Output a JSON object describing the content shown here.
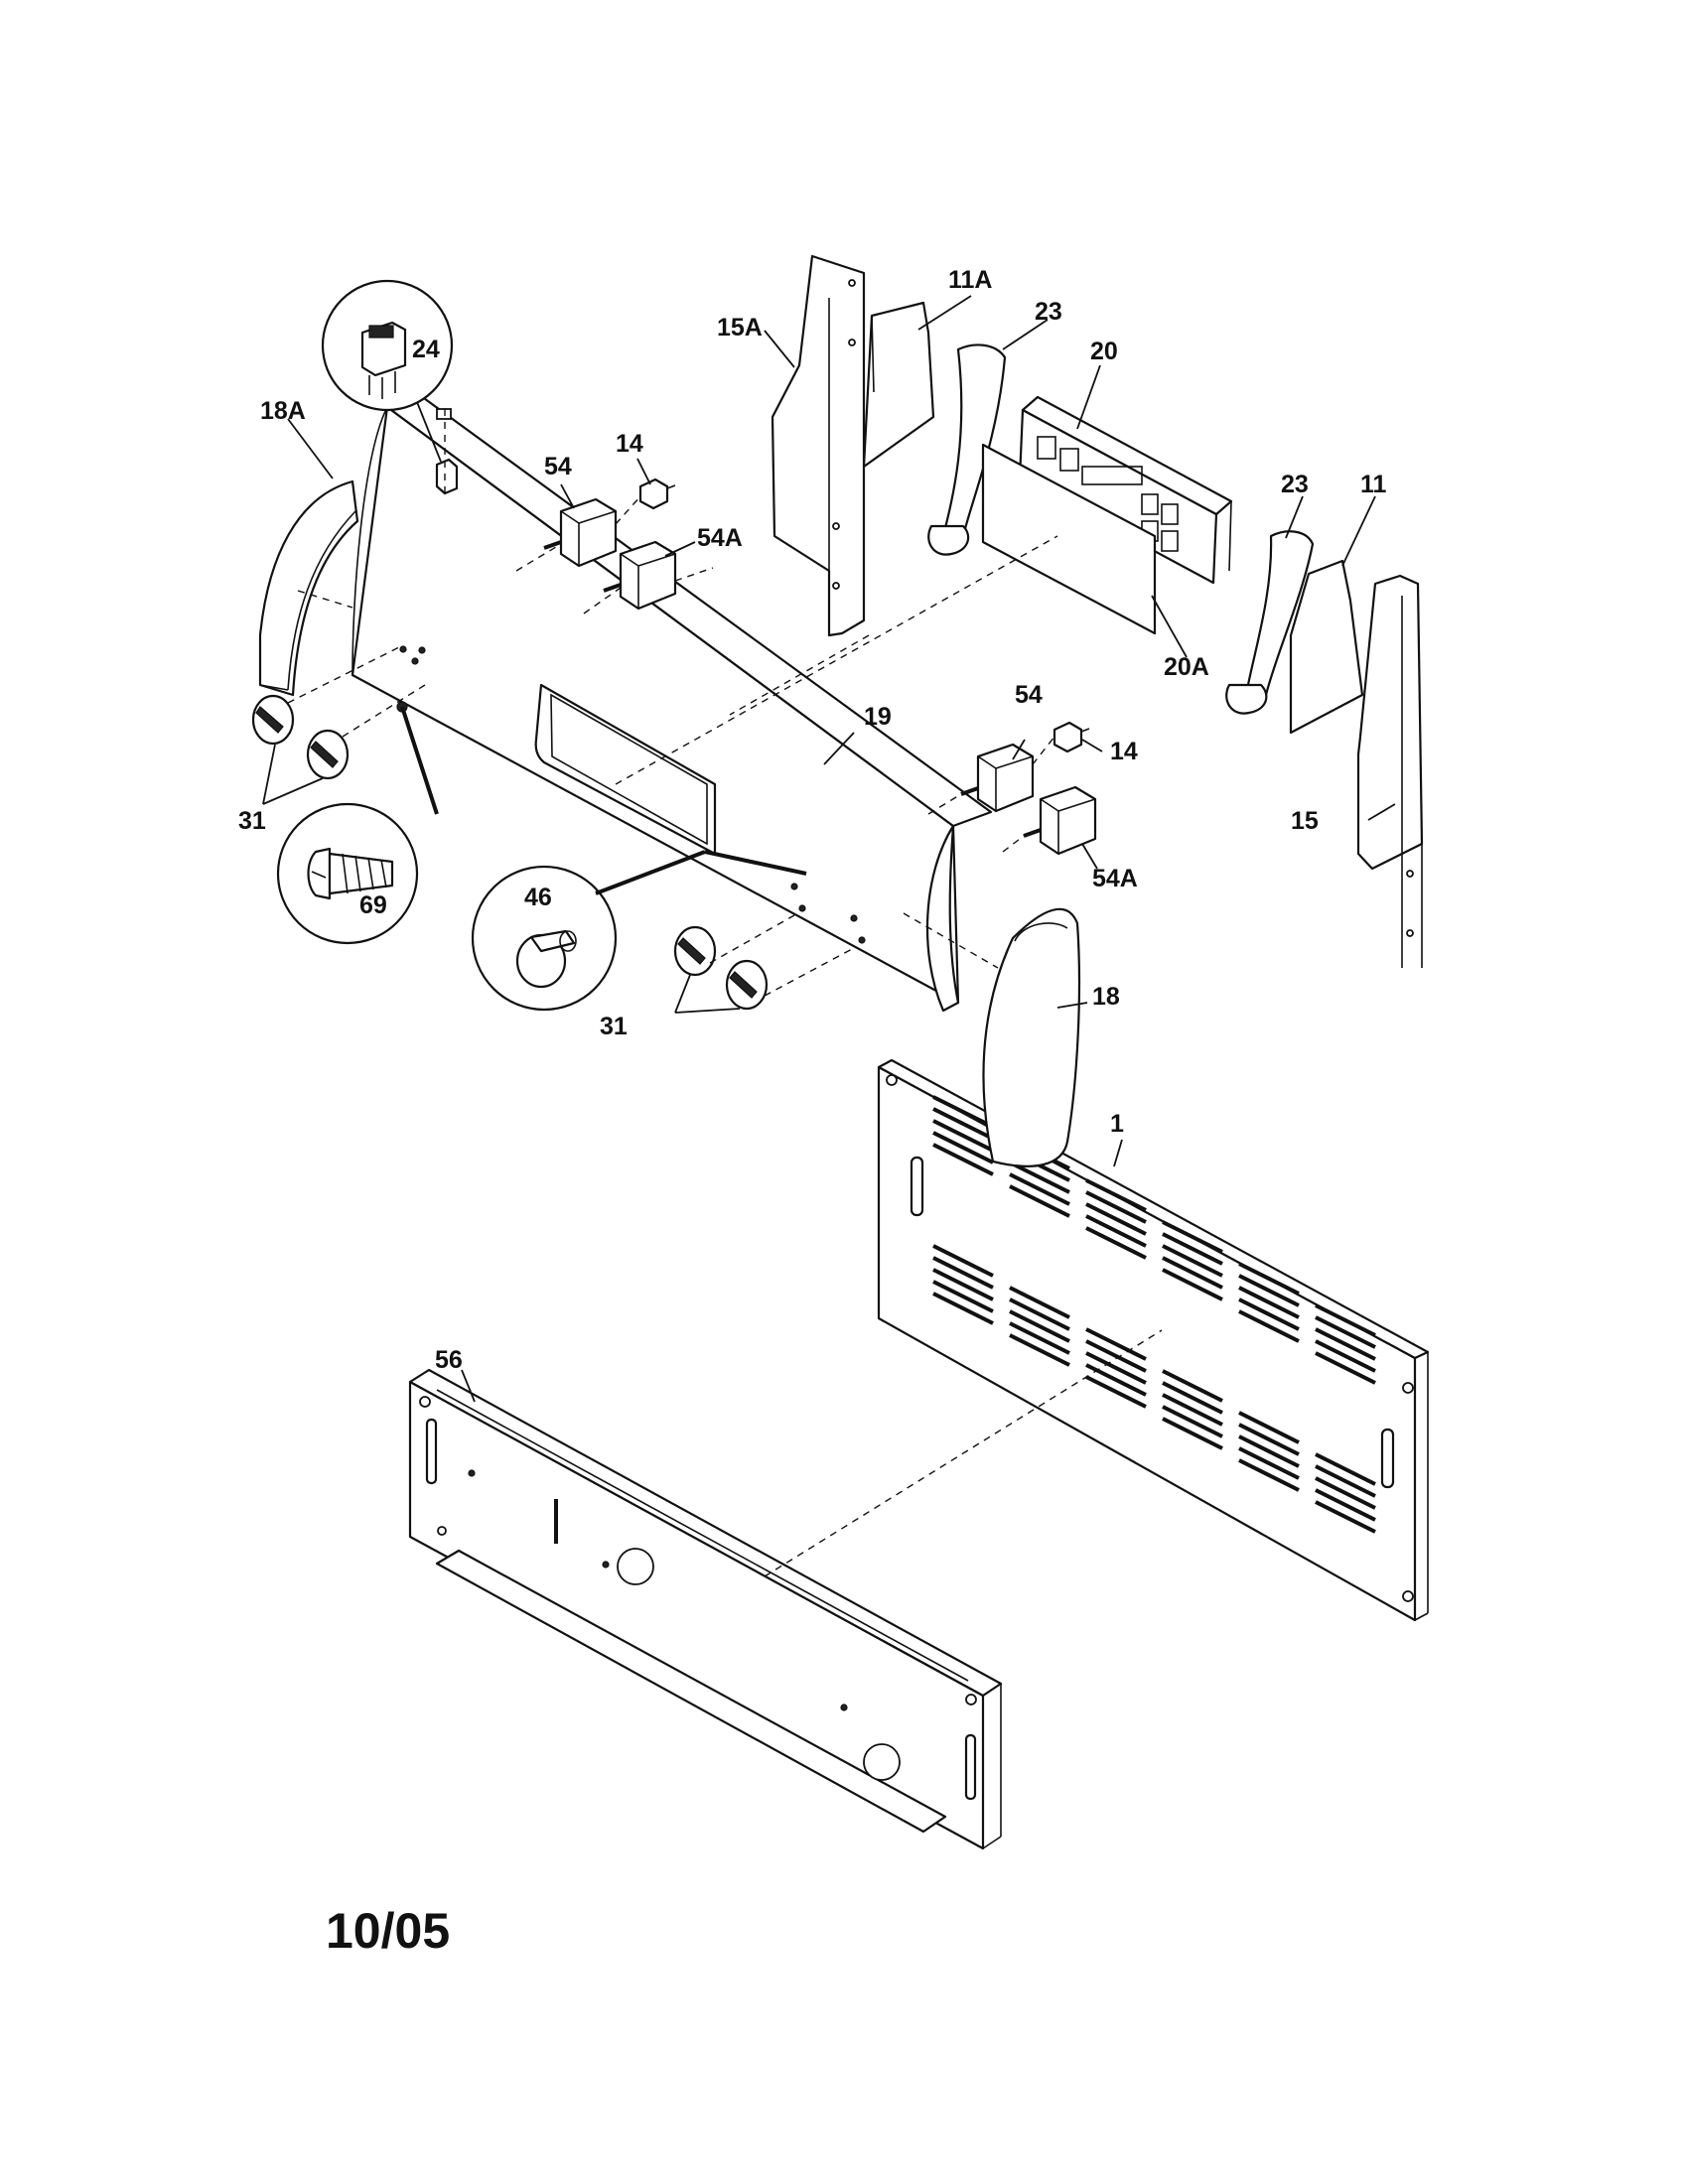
{
  "diagram": {
    "date_code": "10/05",
    "labels": {
      "l1": "1",
      "l11": "11",
      "l11a": "11A",
      "l14a": "14",
      "l14b": "14",
      "l15": "15",
      "l15a": "15A",
      "l18": "18",
      "l18a": "18A",
      "l19": "19",
      "l20": "20",
      "l20a": "20A",
      "l23a": "23",
      "l23b": "23",
      "l24": "24",
      "l31a": "31",
      "l31b": "31",
      "l46": "46",
      "l54a": "54",
      "l54b": "54",
      "l54aa": "54A",
      "l54ab": "54A",
      "l56": "56",
      "l69": "69"
    }
  }
}
